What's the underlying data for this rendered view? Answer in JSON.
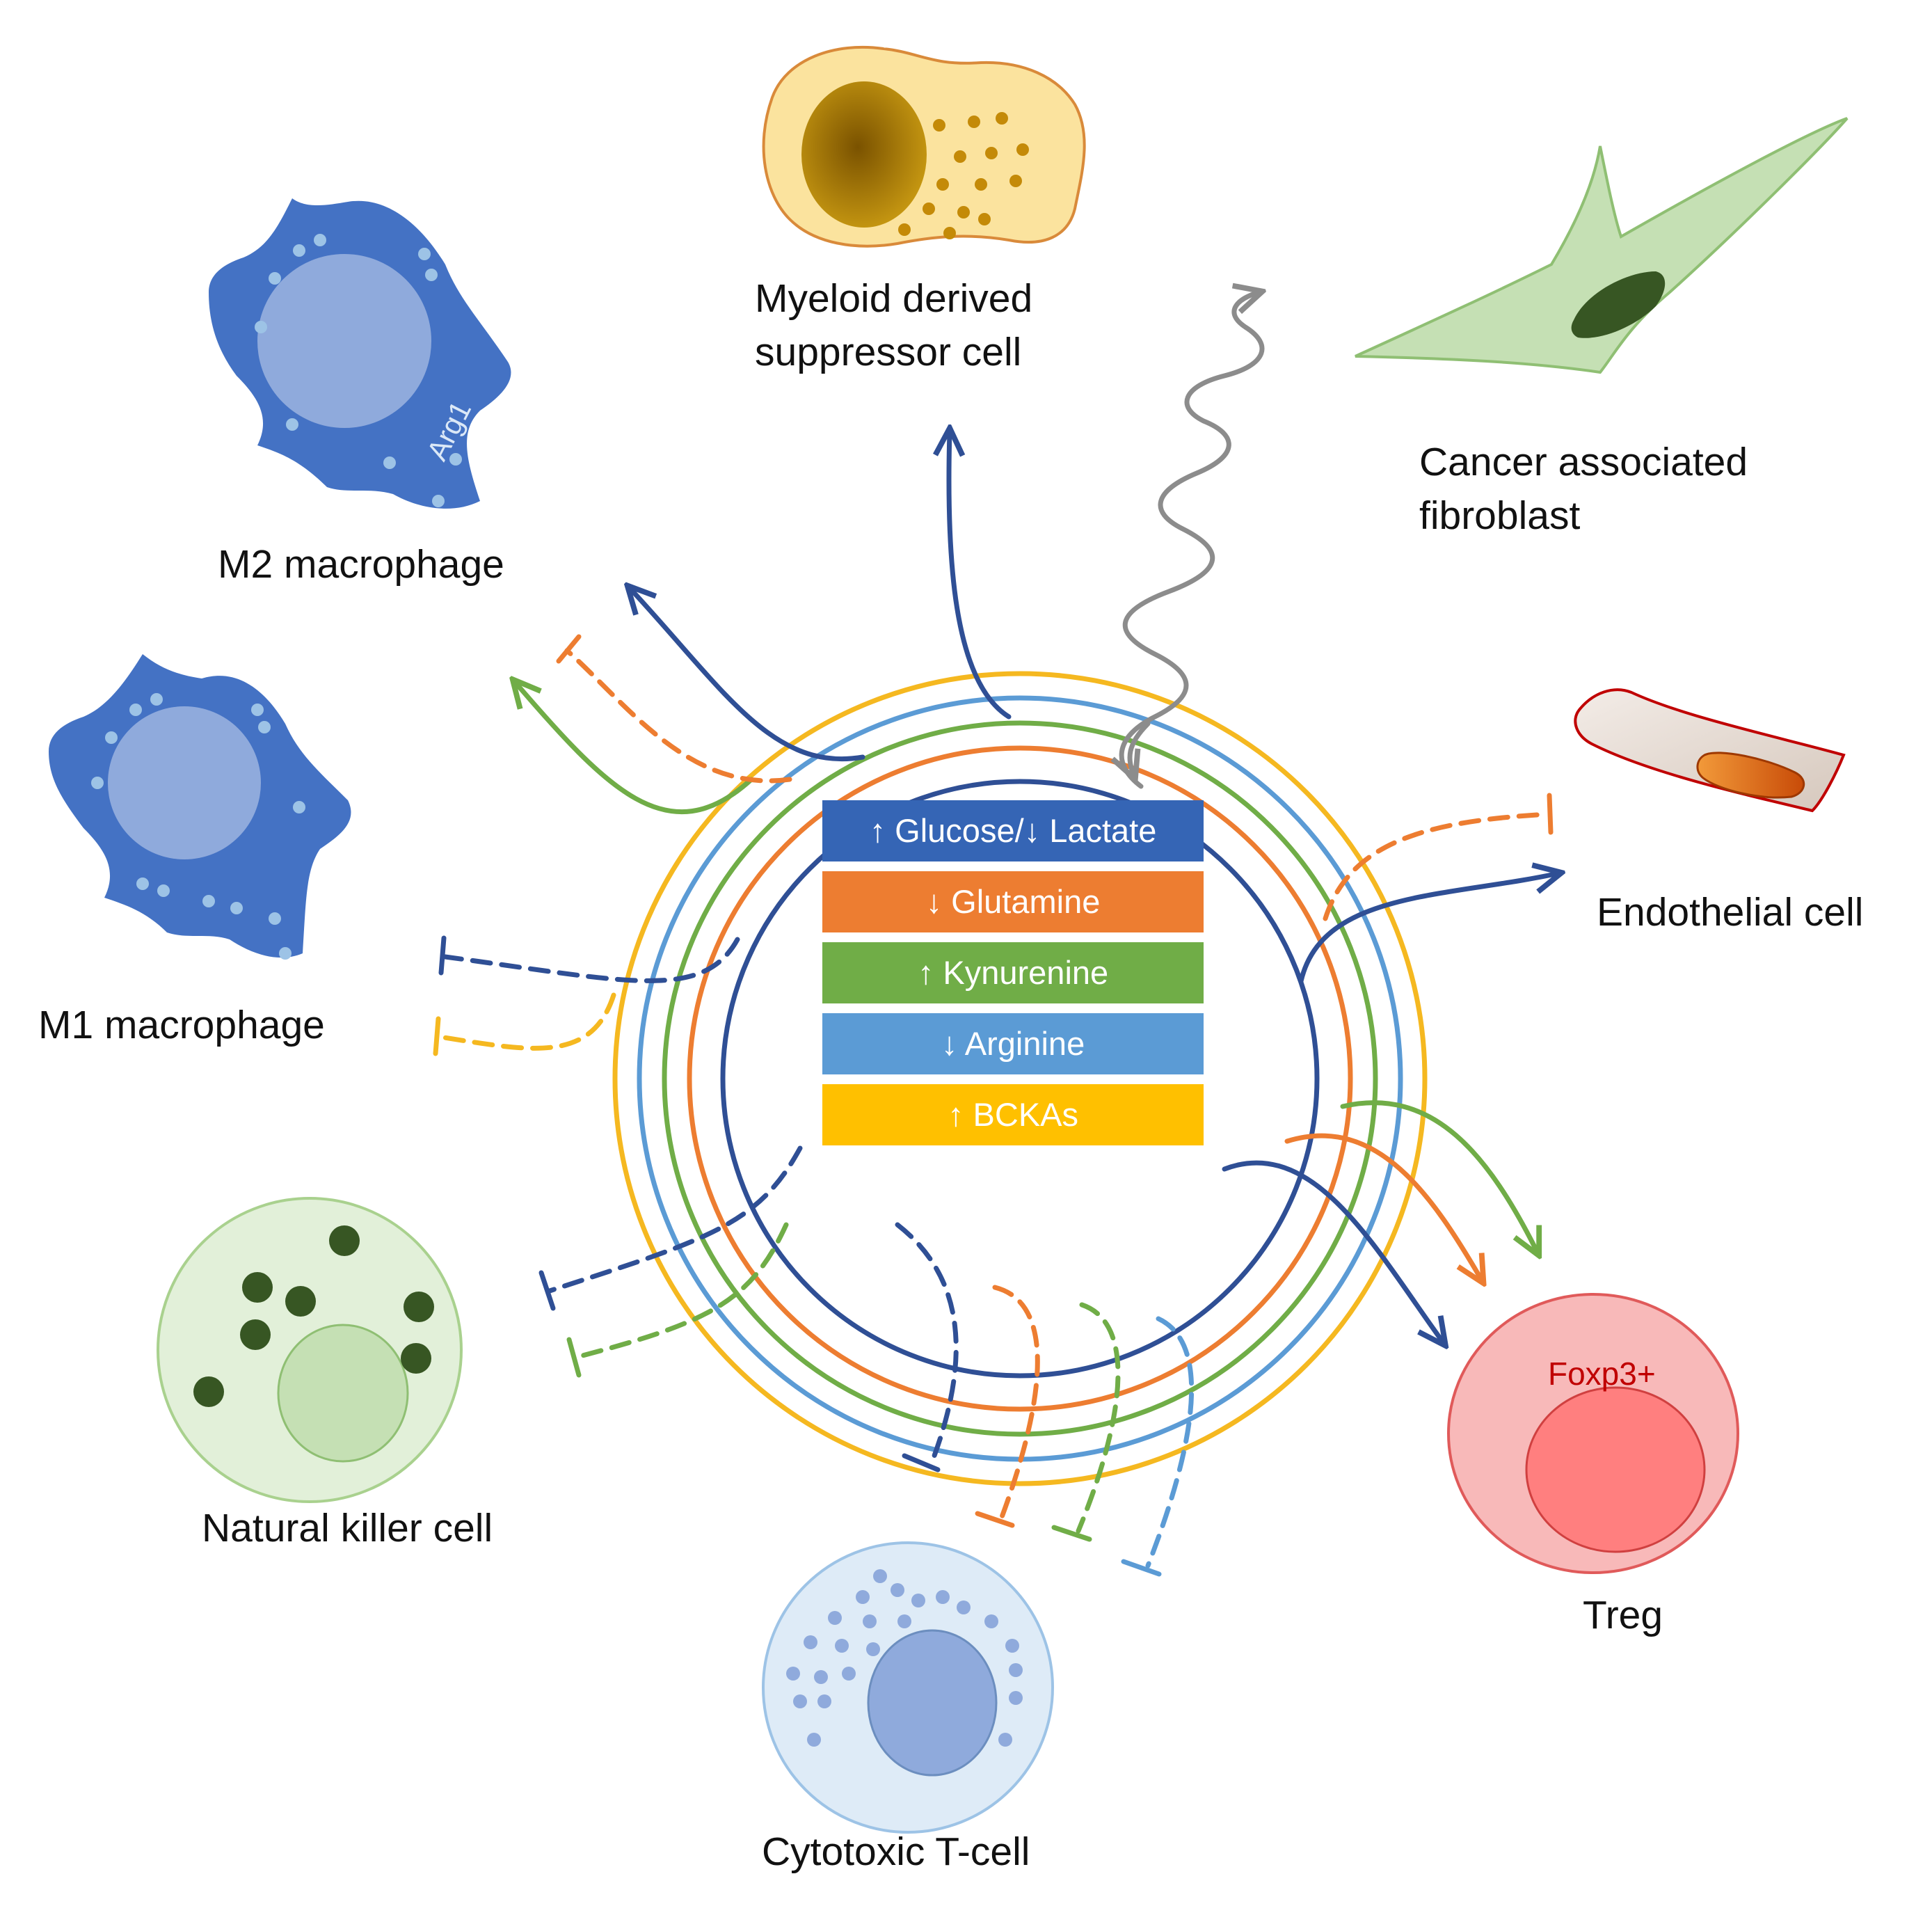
{
  "cells": {
    "mdsc": [
      "Myeloid derived",
      "suppressor cell"
    ],
    "caf": [
      "Cancer associated",
      "fibroblast"
    ],
    "m2": "M2 macrophage",
    "m1": "M1 macrophage",
    "endothelial": "Endothelial cell",
    "nk": "Natural killer cell",
    "ctl": "Cytotoxic T-cell",
    "treg": "Treg"
  },
  "markers": {
    "arg1": "Arg1",
    "foxp3": "Foxp3+"
  },
  "metabolites": [
    {
      "label": "↑ Glucose/↓ Lactate",
      "color": "#3565b5"
    },
    {
      "label": "↓ Glutamine",
      "color": "#ed7d31"
    },
    {
      "label": "↑ Kynurenine",
      "color": "#70ad47"
    },
    {
      "label": "↓ Arginine",
      "color": "#5b9bd5"
    },
    {
      "label": "↑ BCKAs",
      "color": "#ffc000"
    }
  ],
  "colors": {
    "glucose": "#2f4f95",
    "glutamine": "#ed7d31",
    "kynurenine": "#70ad47",
    "arginine": "#5b9bd5",
    "bcka": "#f5b820",
    "macrophage": "#4472c4",
    "mdsc": "#fbe39e",
    "fibroblast": "#c5e0b4",
    "nk": "#e2f0d9",
    "tcell": "#deebf7",
    "treg": "#f8b9b9"
  }
}
